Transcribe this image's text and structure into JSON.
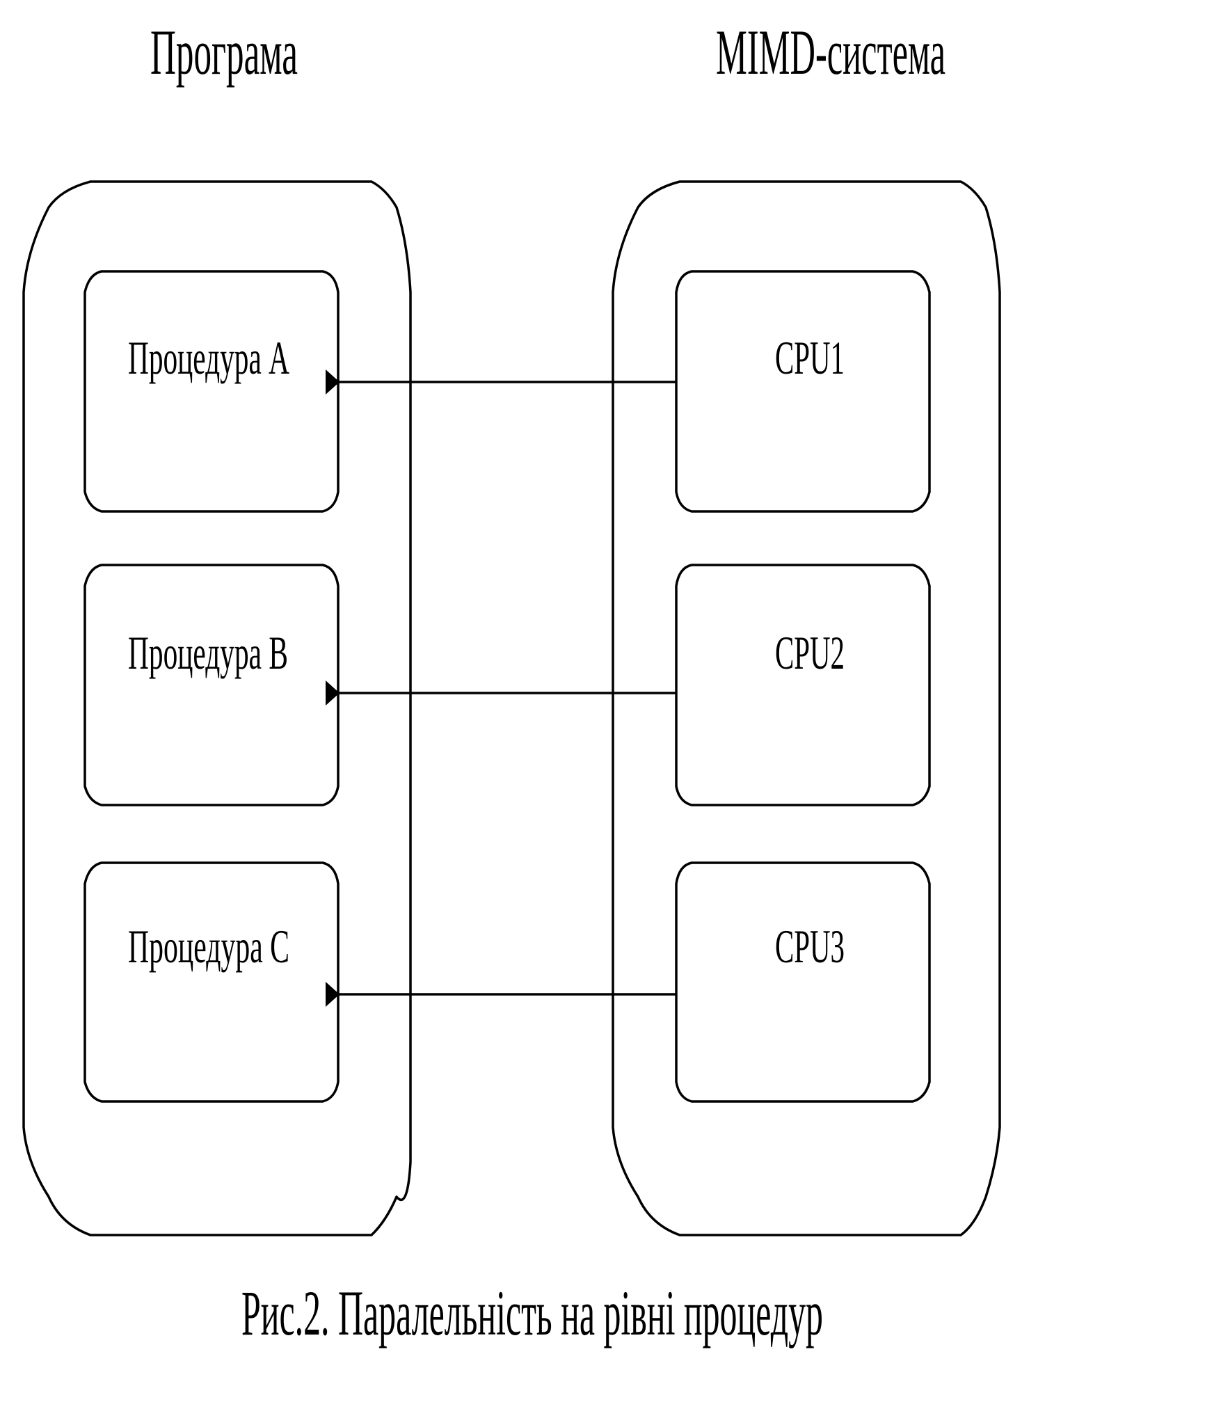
{
  "titles": {
    "program": "Програма",
    "system": "MIMD-система"
  },
  "procedures": [
    "Процедура A",
    "Процедура B",
    "Процедура C"
  ],
  "cpus": [
    "CPU1",
    "CPU2",
    "CPU3"
  ],
  "caption": "Рис.2. Паралельність на рівні процедур"
}
